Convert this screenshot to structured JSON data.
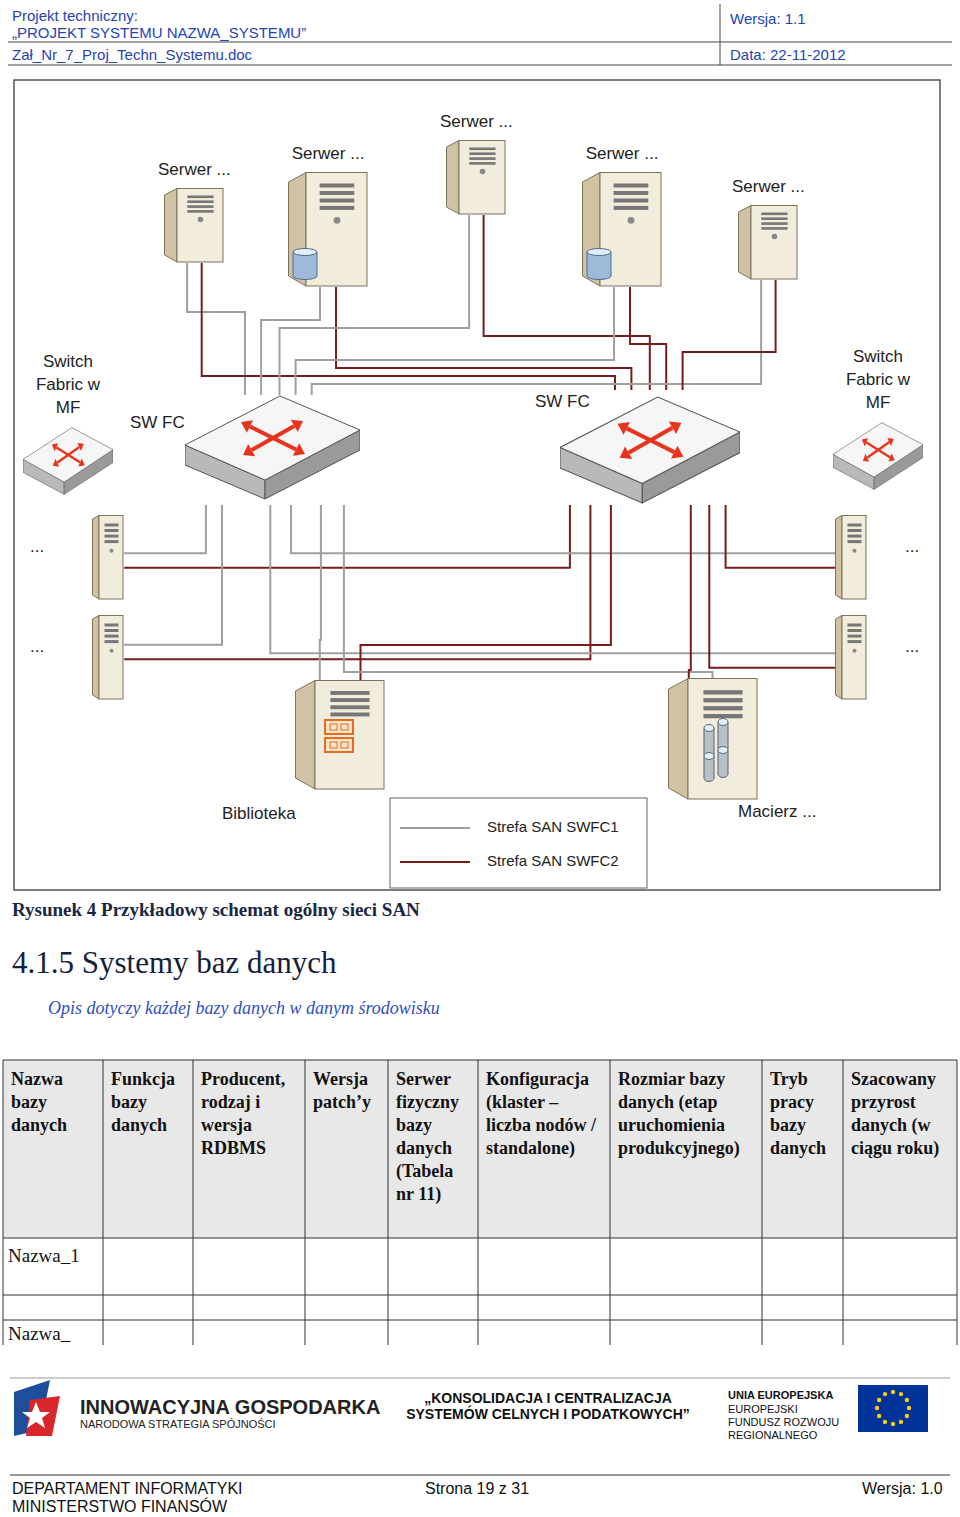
{
  "diagram": {
    "caption": "Rysunek 4 Przykładowy schemat ogólny sieci SAN",
    "nodes": [
      {
        "text": [
          "Serwer ..."
        ]
      },
      {
        "text": [
          "Serwer ..."
        ]
      },
      {
        "text": [
          "Serwer ..."
        ]
      },
      {
        "text": [
          "Serwer ..."
        ]
      },
      {
        "text": [
          "Serwer ..."
        ]
      },
      {
        "text": [
          "Switch Fabric w MF"
        ]
      },
      {
        "text": [
          "SW FC"
        ]
      },
      {
        "text": [
          "SW FC"
        ]
      },
      {
        "text": [
          "Switch Fabric w MF"
        ]
      },
      {
        "text": [
          "..."
        ]
      },
      {
        "text": [
          "..."
        ]
      },
      {
        "text": [
          "..."
        ]
      },
      {
        "text": [
          "..."
        ]
      },
      {
        "text": [
          "Biblioteka"
        ]
      },
      {
        "text": [
          "Macierz ..."
        ]
      }
    ],
    "edges": [
      {
        "from": 0,
        "to": 6,
        "arrow": "none"
      },
      {
        "from": 0,
        "to": 7,
        "arrow": "none"
      },
      {
        "from": 1,
        "to": 6,
        "arrow": "none"
      },
      {
        "from": 1,
        "to": 7,
        "arrow": "none"
      },
      {
        "from": 2,
        "to": 6,
        "arrow": "none"
      },
      {
        "from": 2,
        "to": 7,
        "arrow": "none"
      },
      {
        "from": 3,
        "to": 6,
        "arrow": "none"
      },
      {
        "from": 3,
        "to": 7,
        "arrow": "none"
      },
      {
        "from": 4,
        "to": 6,
        "arrow": "none"
      },
      {
        "from": 4,
        "to": 7,
        "arrow": "none"
      },
      {
        "from": 9,
        "to": 6,
        "arrow": "none"
      },
      {
        "from": 9,
        "to": 7,
        "arrow": "none"
      },
      {
        "from": 10,
        "to": 6,
        "arrow": "none"
      },
      {
        "from": 10,
        "to": 7,
        "arrow": "none"
      },
      {
        "from": 11,
        "to": 6,
        "arrow": "none"
      },
      {
        "from": 11,
        "to": 7,
        "arrow": "none"
      },
      {
        "from": 12,
        "to": 6,
        "arrow": "none"
      },
      {
        "from": 12,
        "to": 7,
        "arrow": "none"
      },
      {
        "from": 13,
        "to": 6,
        "arrow": "none"
      },
      {
        "from": 13,
        "to": 7,
        "arrow": "none"
      },
      {
        "from": 14,
        "to": 6,
        "arrow": "none"
      },
      {
        "from": 14,
        "to": 7,
        "arrow": "none"
      }
    ],
    "labels": [
      "Projekt techniczny:",
      "Wersja: 1.1",
      "„PROJEKT SYSTEMU NAZWA_SYSTEMU”",
      "Zał_Nr_7_Proj_Techn_Systemu.doc",
      "Data: 22-11-2012",
      "4.1.5 Systemy baz danych",
      "Opis dotyczy każdej bazy danych w danym środowisku",
      "Nazwa bazy danych",
      "Funkcja bazy danych",
      "Producent, rodzaj i wersja RDBMS",
      "Wersja patch’y",
      "Serwer fizyczny bazy danych (Tabela nr 11)",
      "Konfiguracja (klaster – liczba nodów / standalone)",
      "Rozmiar bazy danych (etap uruchomienia produkcyjnego)",
      "Tryb pracy bazy danych",
      "Szacowany przyrost danych (w ciągu roku)",
      "Nazwa_1",
      "Nazwa_",
      "INNOWACYJNA GOSPODARKA",
      "NARODOWA STRATEGIA SPÓJNOŚCI",
      "„KONSOLIDACJA I CENTRALIZACJA SYSTEMÓW CELNYCH I PODATKOWYCH”",
      "UNIA EUROPEJSKA",
      "EUROPEJSKI FUNDUSZ ROZWOJU REGIONALNEGO",
      "DEPARTAMENT INFORMATYKI",
      "MINISTERSTWO FINANSÓW",
      "Strona 19 z 31",
      "Wersja: 1.0"
    ],
    "legend": [
      {
        "text": "Strefa SAN SWFC1"
      },
      {
        "text": "Strefa SAN SWFC2"
      }
    ]
  }
}
